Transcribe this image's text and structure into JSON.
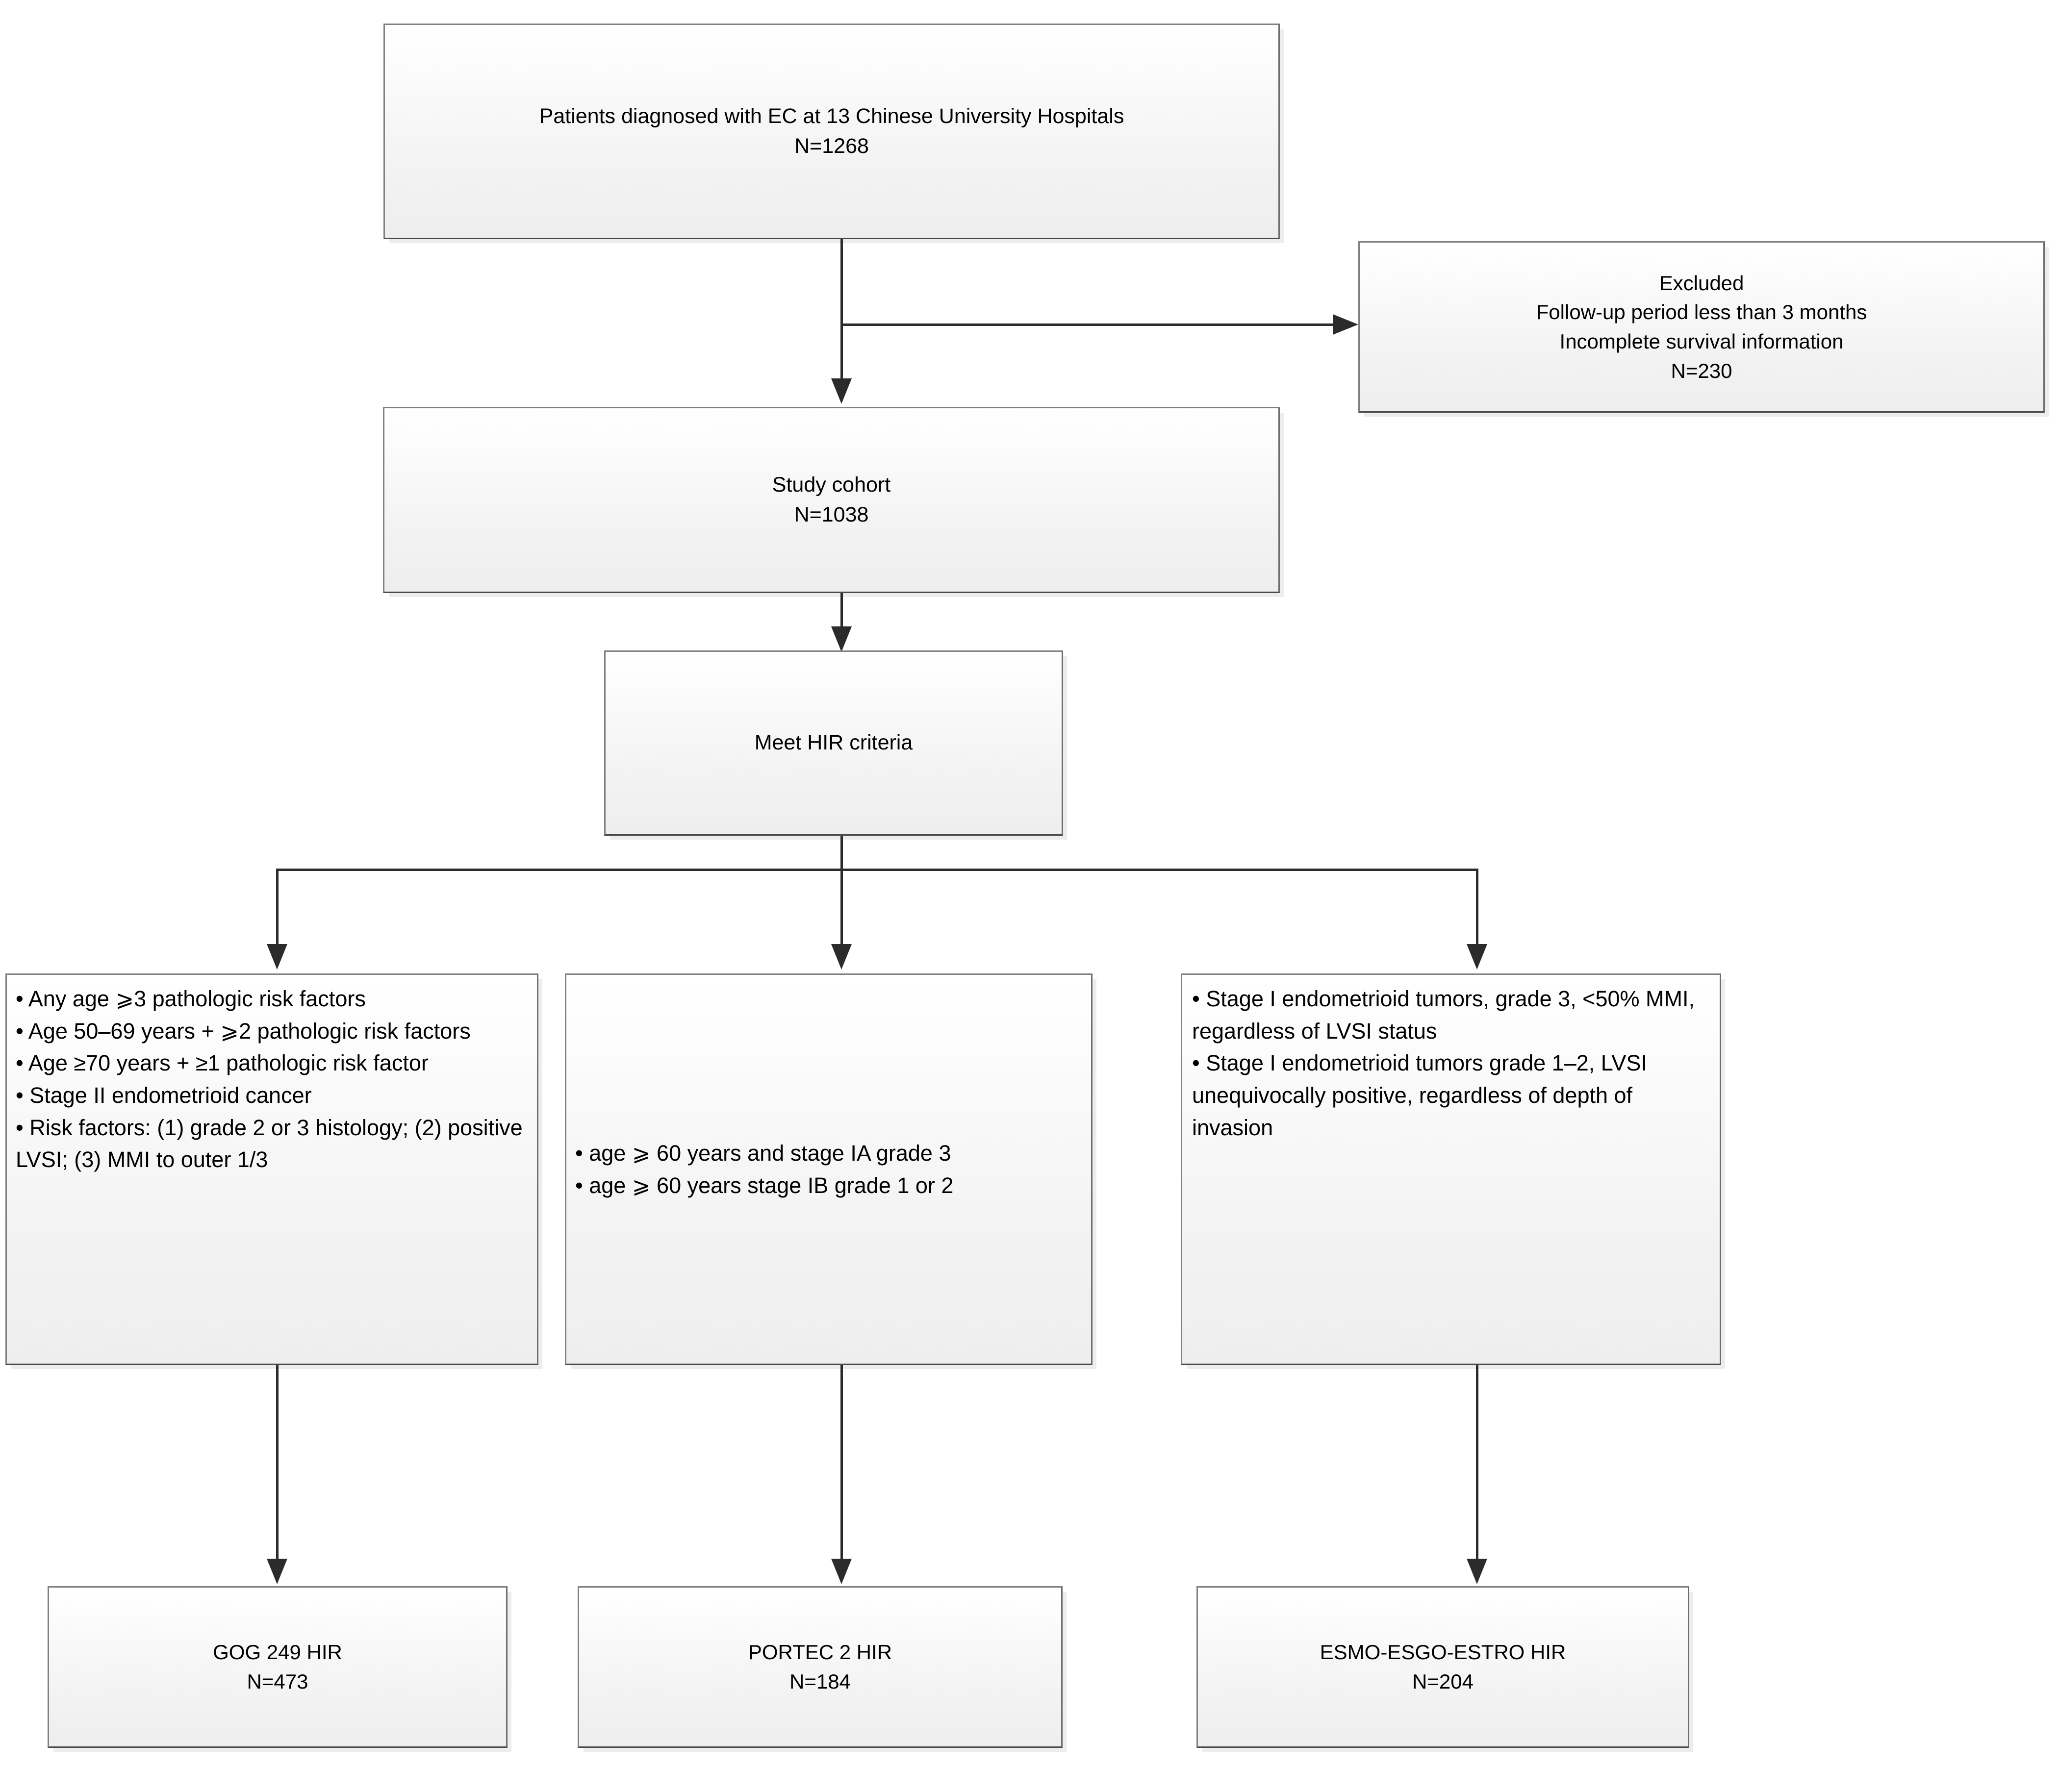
{
  "diagram": {
    "type": "flowchart",
    "title": "Patient selection flow diagram for high-intermediate risk endometrial cancer criteria",
    "nodes": {
      "source_cohort": {
        "name": "source-cohort-box",
        "text": "Patients diagnosed with EC at 13 Chinese University Hospitals\nN=1268",
        "line1": "Patients diagnosed with EC at 13 Chinese University Hospitals",
        "line2": "N=1268",
        "n": 1268
      },
      "excluded": {
        "name": "excluded-box",
        "text": "Excluded\nFollow-up period less than 3 months\nIncomplete  survival information\nN=230",
        "heading": "Excluded",
        "reason1": "Follow-up period less than 3 months",
        "reason2": "Incomplete  survival information",
        "count_label": "N=230",
        "n": 230
      },
      "study_cohort": {
        "name": "study-cohort-box",
        "text": "Study cohort\nN=1038",
        "line1": "Study cohort",
        "line2": "N=1038",
        "n": 1038
      },
      "meet_hir": {
        "name": "meet-hir-criteria-box",
        "text": "Meet HIR criteria"
      },
      "criteria_gog": {
        "name": "gog249-criteria-box",
        "text": "• Any age ⩾3 pathologic risk factors\n• Age 50–69 years + ⩾2 pathologic risk factors\n• Age ≥70 years + ≥1 pathologic risk factor\n• Stage II endometrioid cancer\n• Risk factors: (1) grade 2 or 3 histology; (2) positive LVSI;  (3) MMI to outer 1/3",
        "bullets": [
          "• Any age ⩾3 pathologic risk factors",
          "• Age 50–69 years + ⩾2 pathologic risk factors",
          "• Age ≥70 years + ≥1 pathologic risk factor",
          "• Stage II endometrioid cancer",
          "• Risk factors: (1) grade 2 or 3 histology; (2) positive LVSI;  (3) MMI to outer 1/3"
        ]
      },
      "criteria_portec": {
        "name": "portec2-criteria-box",
        "text": " • age ⩾ 60 years and stage IA grade 3\n • age ⩾ 60 years stage IB grade 1 or 2",
        "bullets": [
          " • age ⩾ 60 years and stage IA grade 3",
          " • age ⩾ 60 years stage IB grade 1 or 2"
        ]
      },
      "criteria_esmo": {
        "name": "esmo-esgo-estro-criteria-box",
        "text": " • Stage I endometrioid tumors, grade 3, <50% MMI, regardless of LVSI status\n• Stage I endometrioid tumors grade 1–2, LVSI unequivocally positive, regardless of depth of invasion",
        "bullets": [
          " • Stage I endometrioid tumors, grade 3, <50% MMI, regardless of LVSI status",
          "• Stage I endometrioid tumors grade 1–2, LVSI unequivocally positive, regardless of depth of invasion"
        ]
      },
      "result_gog": {
        "name": "gog249-result-box",
        "text": "GOG 249 HIR\nN=473",
        "line1": "GOG 249 HIR",
        "line2": "N=473",
        "n": 473
      },
      "result_portec": {
        "name": "portec2-result-box",
        "text": "PORTEC 2 HIR\nN=184",
        "line1": "PORTEC 2 HIR",
        "line2": "N=184",
        "n": 184
      },
      "result_esmo": {
        "name": "esmo-esgo-estro-result-box",
        "text": "ESMO-ESGO-ESTRO HIR\nN=204",
        "line1": "ESMO-ESGO-ESTRO HIR",
        "line2": "N=204",
        "n": 204
      }
    },
    "colors": {
      "box_border": "#808080",
      "box_fill_top": "#ffffff",
      "box_fill_bottom": "#eeeeee",
      "connector": "#2b2b2b",
      "text": "#000000",
      "page_background": "#ffffff"
    }
  }
}
